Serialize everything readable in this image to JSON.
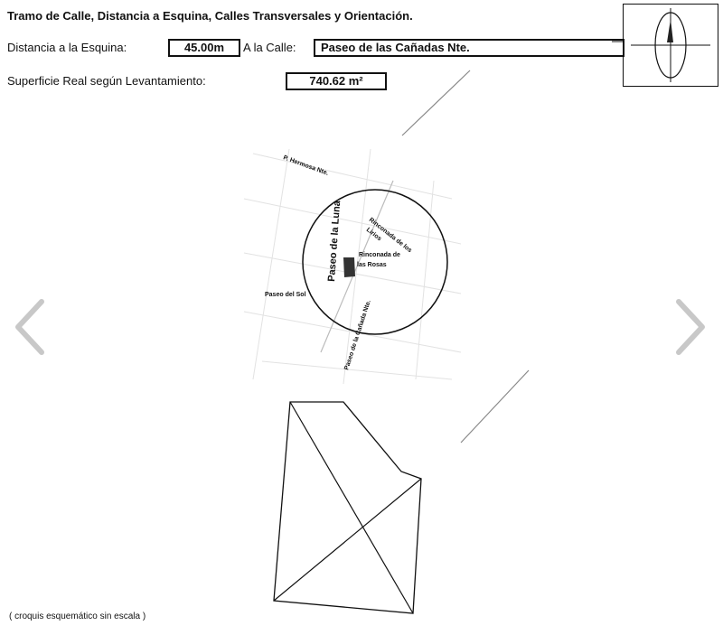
{
  "header": {
    "title": "Tramo de Calle, Distancia a Esquina, Calles Transversales y Orientación."
  },
  "fields": {
    "distance_label": "Distancia a la Esquina:",
    "distance_value": "45.00m",
    "street_label": "A la Calle:",
    "street_value": "Paseo de las Cañadas Nte.",
    "area_label": "Superficie Real según Levantamiento:",
    "area_value": "740.62 m²"
  },
  "map": {
    "streets": {
      "hermosa": "P. Hermosa Nte.",
      "luna": "Paseo de la Luna",
      "lirios": "Rinconada de los Lirios",
      "lirios_line1": "Rinconada de los",
      "lirios_line2": "Lirios",
      "rosas": "Rinconada de las Rosas",
      "rosas_line1": "Rinconada de",
      "rosas_line2": "las Rosas",
      "sol": "Paseo del Sol",
      "canada": "Paseo de la Cañada Nte."
    }
  },
  "footer": {
    "caption": "( croquis esquemático sin escala )"
  },
  "icons": {
    "north": "compass-north-icon",
    "prev": "chevron-left-icon",
    "next": "chevron-right-icon"
  }
}
